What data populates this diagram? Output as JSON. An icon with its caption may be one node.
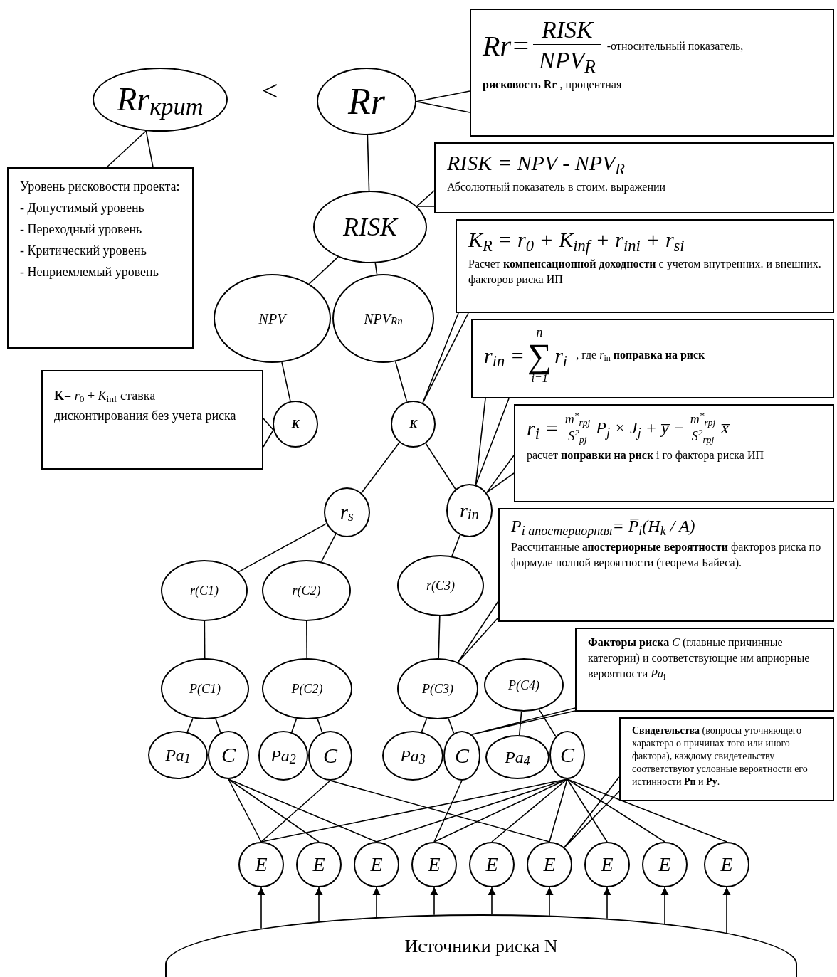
{
  "diagram": {
    "nodes": [
      {
        "text": [
          "Rr$_{крит}$"
        ]
      },
      {
        "text": [
          "Rr"
        ]
      },
      {
        "text": [
          "RISK"
        ]
      },
      {
        "text": [
          "NPV"
        ]
      },
      {
        "text": [
          "NPV$_{Rn}$"
        ]
      },
      {
        "text": [
          "K"
        ]
      },
      {
        "text": [
          "K"
        ]
      },
      {
        "text": [
          "r$_{s}$"
        ]
      },
      {
        "text": [
          "r$_{in}$"
        ]
      },
      {
        "text": [
          "r(C1)"
        ]
      },
      {
        "text": [
          "r(C2)"
        ]
      },
      {
        "text": [
          "r(C3)"
        ]
      },
      {
        "text": [
          "P(C1)"
        ]
      },
      {
        "text": [
          "P(C2)"
        ]
      },
      {
        "text": [
          "P(C3)"
        ]
      },
      {
        "text": [
          "P(C4)"
        ]
      },
      {
        "text": [
          "Pa$_{1}$"
        ]
      },
      {
        "text": [
          "C"
        ]
      },
      {
        "text": [
          "Pa$_{2}$"
        ]
      },
      {
        "text": [
          "C"
        ]
      },
      {
        "text": [
          "Pa$_{3}$"
        ]
      },
      {
        "text": [
          "C"
        ]
      },
      {
        "text": [
          "Pa$_{4}$"
        ]
      },
      {
        "text": [
          "C"
        ]
      },
      {
        "text": [
          "E"
        ]
      },
      {
        "text": [
          "E"
        ]
      },
      {
        "text": [
          "E"
        ]
      },
      {
        "text": [
          "E"
        ]
      },
      {
        "text": [
          "E"
        ]
      },
      {
        "text": [
          "E"
        ]
      },
      {
        "text": [
          "E"
        ]
      },
      {
        "text": [
          "E"
        ]
      },
      {
        "text": [
          "E"
        ]
      },
      {
        "text": [
          "Источники риска N"
        ]
      },
      {
        "text": [
          "Rr=",
          "RISK",
          "NPV$_{R}$",
          "-относительный показатель,",
          "**рисковость Rr** ,  процентная"
        ]
      },
      {
        "text": [
          "RISK = NPV - NPV$_{R}$",
          "Абсолютный показатель в стоим. выражении"
        ]
      },
      {
        "text": [
          "K$_{R}$ = r$_{0}$ + K$_{inf}$ + r$_{ini}$ + r$_{si}$",
          "Расчет **компенсационной  доходности** с учетом внутренних. и  внешних. факторов  риска ИП"
        ]
      },
      {
        "text": [
          "r$_{in}$ =",
          "n",
          "∑",
          "i=1",
          "r$_{i}$",
          ", где *r*$_{in}$ **поправка на риск**"
        ]
      },
      {
        "text": [
          "r$_{i}$ =",
          "m$^{*}$$_{rpj}$",
          "S$^{2}$$_{pj}$",
          "P$_{j}$ × J$_{j}$ + y̅ −",
          "m$^{*}$$_{rpj}$",
          "S$^{2}$$_{rpj}$",
          "x̅",
          "расчет **поправки на риск** i го фактора риска ИП"
        ]
      },
      {
        "text": [
          "P$_{i апостериорная}$= P̅$_{i}$(H$_{k}$ / A)",
          "Рассчитанные **апостериорные вероятности** факторов риска по формуле полной вероятности (теорема Байеса)."
        ]
      },
      {
        "text": [
          "**Факторы риска**  *C* (главные причинные категории) и соответствующие им априорные вероятности *Pa*$_{i}$"
        ]
      },
      {
        "text": [
          "**Свидетельства** (вопросы уточняющего характера о причинах того или иного фактора), каждому свидетельству соответствуют условные вероятности его истинности **Рп** и  **Ру**."
        ]
      },
      {
        "text": [
          "Уровень рисковости проекта:",
          "- Допустимый уровень",
          "-  Переходный уровень",
          "-  Критический уровень",
          "-  Неприемлемый уровень"
        ]
      },
      {
        "text": [
          "**K**= *r*$_{0}$ + *K*$_{inf}$ ставка дисконтирования без учета риска"
        ]
      }
    ],
    "edges": [
      {
        "from": 1,
        "to": 2,
        "arrow": "none"
      },
      {
        "from": 2,
        "to": 3,
        "arrow": "none"
      },
      {
        "from": 2,
        "to": 4,
        "arrow": "none"
      },
      {
        "from": 3,
        "to": 5,
        "arrow": "none"
      },
      {
        "from": 4,
        "to": 6,
        "arrow": "none"
      },
      {
        "from": 6,
        "to": 7,
        "arrow": "none"
      },
      {
        "from": 6,
        "to": 8,
        "arrow": "none"
      },
      {
        "from": 7,
        "to": 9,
        "arrow": "none"
      },
      {
        "from": 7,
        "to": 10,
        "arrow": "none"
      },
      {
        "from": 8,
        "to": 11,
        "arrow": "none"
      },
      {
        "from": 9,
        "to": 12,
        "arrow": "none"
      },
      {
        "from": 10,
        "to": 13,
        "arrow": "none"
      },
      {
        "from": 11,
        "to": 14,
        "arrow": "none"
      },
      {
        "from": 12,
        "to": 16,
        "arrow": "none"
      },
      {
        "from": 12,
        "to": 17,
        "arrow": "none"
      },
      {
        "from": 13,
        "to": 18,
        "arrow": "none"
      },
      {
        "from": 13,
        "to": 19,
        "arrow": "none"
      },
      {
        "from": 14,
        "to": 20,
        "arrow": "none"
      },
      {
        "from": 14,
        "to": 21,
        "arrow": "none"
      },
      {
        "from": 15,
        "to": 22,
        "arrow": "none"
      },
      {
        "from": 15,
        "to": 23,
        "arrow": "none"
      },
      {
        "from": 17,
        "to": 24,
        "arrow": "none"
      },
      {
        "from": 17,
        "to": 25,
        "arrow": "none"
      },
      {
        "from": 17,
        "to": 26,
        "arrow": "none"
      },
      {
        "from": 19,
        "to": 24,
        "arrow": "none"
      },
      {
        "from": 19,
        "to": 29,
        "arrow": "none"
      },
      {
        "from": 21,
        "to": 27,
        "arrow": "none"
      },
      {
        "from": 23,
        "to": 24,
        "arrow": "none"
      },
      {
        "from": 23,
        "to": 26,
        "arrow": "none"
      },
      {
        "from": 23,
        "to": 27,
        "arrow": "none"
      },
      {
        "from": 23,
        "to": 28,
        "arrow": "none"
      },
      {
        "from": 23,
        "to": 29,
        "arrow": "none"
      },
      {
        "from": 23,
        "to": 30,
        "arrow": "none"
      },
      {
        "from": 23,
        "to": 31,
        "arrow": "none"
      },
      {
        "from": 23,
        "to": 32,
        "arrow": "none"
      },
      {
        "from": 33,
        "to": 24,
        "arrow": "to"
      },
      {
        "from": 33,
        "to": 25,
        "arrow": "to"
      },
      {
        "from": 33,
        "to": 26,
        "arrow": "to"
      },
      {
        "from": 33,
        "to": 27,
        "arrow": "to"
      },
      {
        "from": 33,
        "to": 28,
        "arrow": "to"
      },
      {
        "from": 33,
        "to": 29,
        "arrow": "to"
      },
      {
        "from": 33,
        "to": 30,
        "arrow": "to"
      },
      {
        "from": 33,
        "to": 31,
        "arrow": "to"
      },
      {
        "from": 33,
        "to": 32,
        "arrow": "to"
      },
      {
        "from": 34,
        "to": 1,
        "arrow": "none"
      },
      {
        "from": 35,
        "to": 2,
        "arrow": "none"
      },
      {
        "from": 36,
        "to": 6,
        "arrow": "none"
      },
      {
        "from": 37,
        "to": 8,
        "arrow": "none"
      },
      {
        "from": 38,
        "to": 8,
        "arrow": "none"
      },
      {
        "from": 39,
        "to": 14,
        "arrow": "none"
      },
      {
        "from": 40,
        "to": 21,
        "arrow": "none"
      },
      {
        "from": 41,
        "to": 29,
        "arrow": "none"
      },
      {
        "from": 42,
        "to": 0,
        "arrow": "none"
      },
      {
        "from": 43,
        "to": 5,
        "arrow": "none"
      }
    ],
    "labels": [
      "<"
    ]
  }
}
